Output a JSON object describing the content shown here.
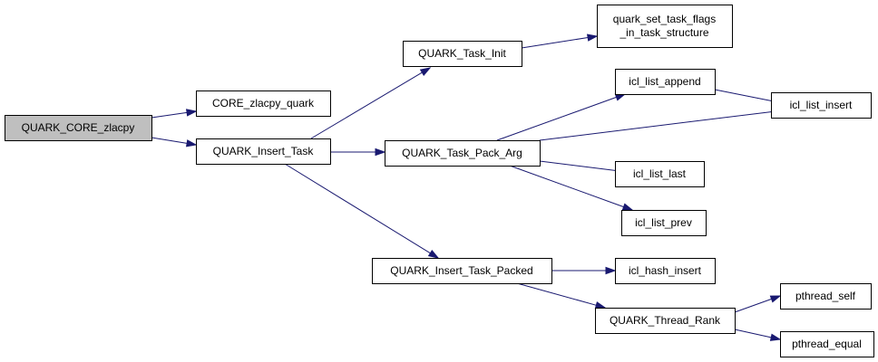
{
  "diagram": {
    "type": "call-graph",
    "colors": {
      "edge": "#191970",
      "root_fill": "#bfbfbf",
      "node_fill": "#ffffff",
      "border": "#000000"
    },
    "nodes": [
      {
        "id": "quark_core_zlacpy",
        "lines": [
          "QUARK_CORE_zlacpy"
        ],
        "root": true
      },
      {
        "id": "core_zlacpy_quark",
        "lines": [
          "CORE_zlacpy_quark"
        ]
      },
      {
        "id": "quark_insert_task",
        "lines": [
          "QUARK_Insert_Task"
        ]
      },
      {
        "id": "quark_task_init",
        "lines": [
          "QUARK_Task_Init"
        ]
      },
      {
        "id": "quark_task_pack_arg",
        "lines": [
          "QUARK_Task_Pack_Arg"
        ]
      },
      {
        "id": "quark_insert_task_packed",
        "lines": [
          "QUARK_Insert_Task_Packed"
        ]
      },
      {
        "id": "quark_set_task_flags",
        "lines": [
          "quark_set_task_flags",
          "_in_task_structure"
        ]
      },
      {
        "id": "icl_list_append",
        "lines": [
          "icl_list_append"
        ]
      },
      {
        "id": "icl_list_insert",
        "lines": [
          "icl_list_insert"
        ]
      },
      {
        "id": "icl_list_last",
        "lines": [
          "icl_list_last"
        ]
      },
      {
        "id": "icl_list_prev",
        "lines": [
          "icl_list_prev"
        ]
      },
      {
        "id": "icl_hash_insert",
        "lines": [
          "icl_hash_insert"
        ]
      },
      {
        "id": "quark_thread_rank",
        "lines": [
          "QUARK_Thread_Rank"
        ]
      },
      {
        "id": "pthread_self",
        "lines": [
          "pthread_self"
        ]
      },
      {
        "id": "pthread_equal",
        "lines": [
          "pthread_equal"
        ]
      }
    ],
    "edges": [
      {
        "from": "quark_core_zlacpy",
        "to": "core_zlacpy_quark"
      },
      {
        "from": "quark_core_zlacpy",
        "to": "quark_insert_task"
      },
      {
        "from": "quark_insert_task",
        "to": "quark_task_init"
      },
      {
        "from": "quark_insert_task",
        "to": "quark_task_pack_arg"
      },
      {
        "from": "quark_insert_task",
        "to": "quark_insert_task_packed"
      },
      {
        "from": "quark_task_init",
        "to": "quark_set_task_flags"
      },
      {
        "from": "quark_task_pack_arg",
        "to": "icl_list_append"
      },
      {
        "from": "quark_task_pack_arg",
        "to": "icl_list_insert"
      },
      {
        "from": "quark_task_pack_arg",
        "to": "icl_list_last"
      },
      {
        "from": "quark_task_pack_arg",
        "to": "icl_list_prev"
      },
      {
        "from": "icl_list_append",
        "to": "icl_list_insert"
      },
      {
        "from": "quark_insert_task_packed",
        "to": "icl_hash_insert"
      },
      {
        "from": "quark_insert_task_packed",
        "to": "quark_thread_rank"
      },
      {
        "from": "quark_thread_rank",
        "to": "pthread_self"
      },
      {
        "from": "quark_thread_rank",
        "to": "pthread_equal"
      }
    ]
  }
}
